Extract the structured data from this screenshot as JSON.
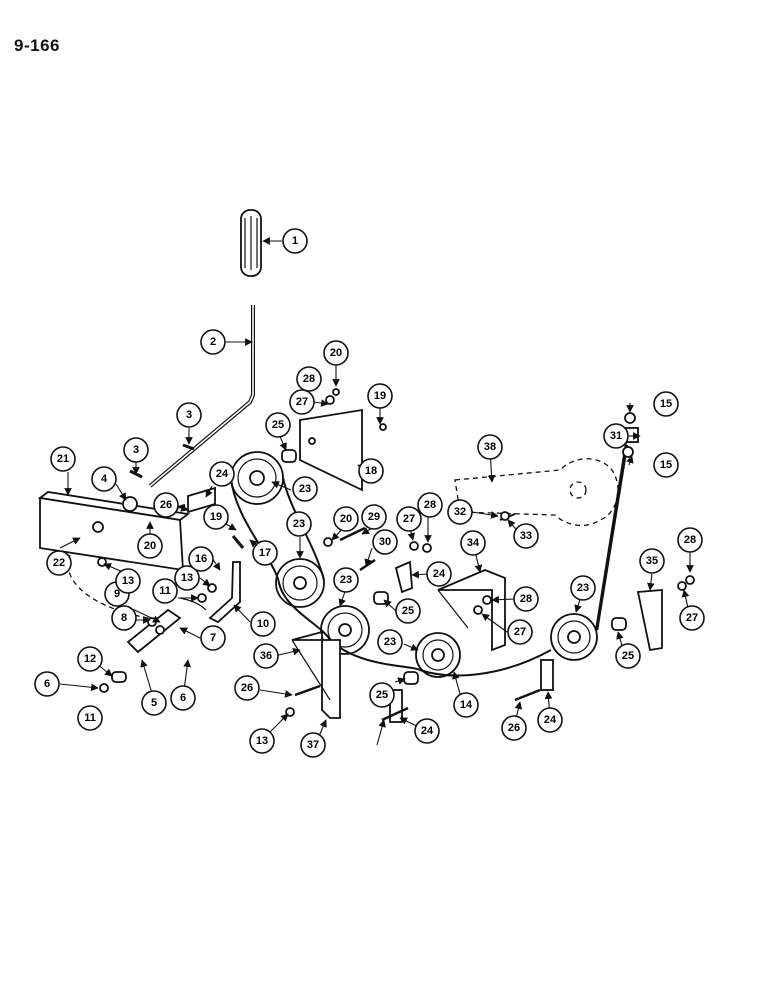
{
  "page_id": "9-166",
  "callouts": [
    "1",
    "2",
    "3",
    "3",
    "4",
    "5",
    "6",
    "6",
    "7",
    "8",
    "9",
    "10",
    "11",
    "11",
    "12",
    "13",
    "13",
    "13",
    "14",
    "15",
    "15",
    "16",
    "17",
    "18",
    "19",
    "19",
    "20",
    "20",
    "20",
    "21",
    "22",
    "23",
    "23",
    "23",
    "23",
    "23",
    "24",
    "24",
    "24",
    "24",
    "25",
    "25",
    "25",
    "25",
    "26",
    "26",
    "26",
    "27",
    "27",
    "27",
    "27",
    "28",
    "28",
    "28",
    "28",
    "29",
    "30",
    "31",
    "32",
    "33",
    "34",
    "35",
    "36",
    "37",
    "38"
  ]
}
